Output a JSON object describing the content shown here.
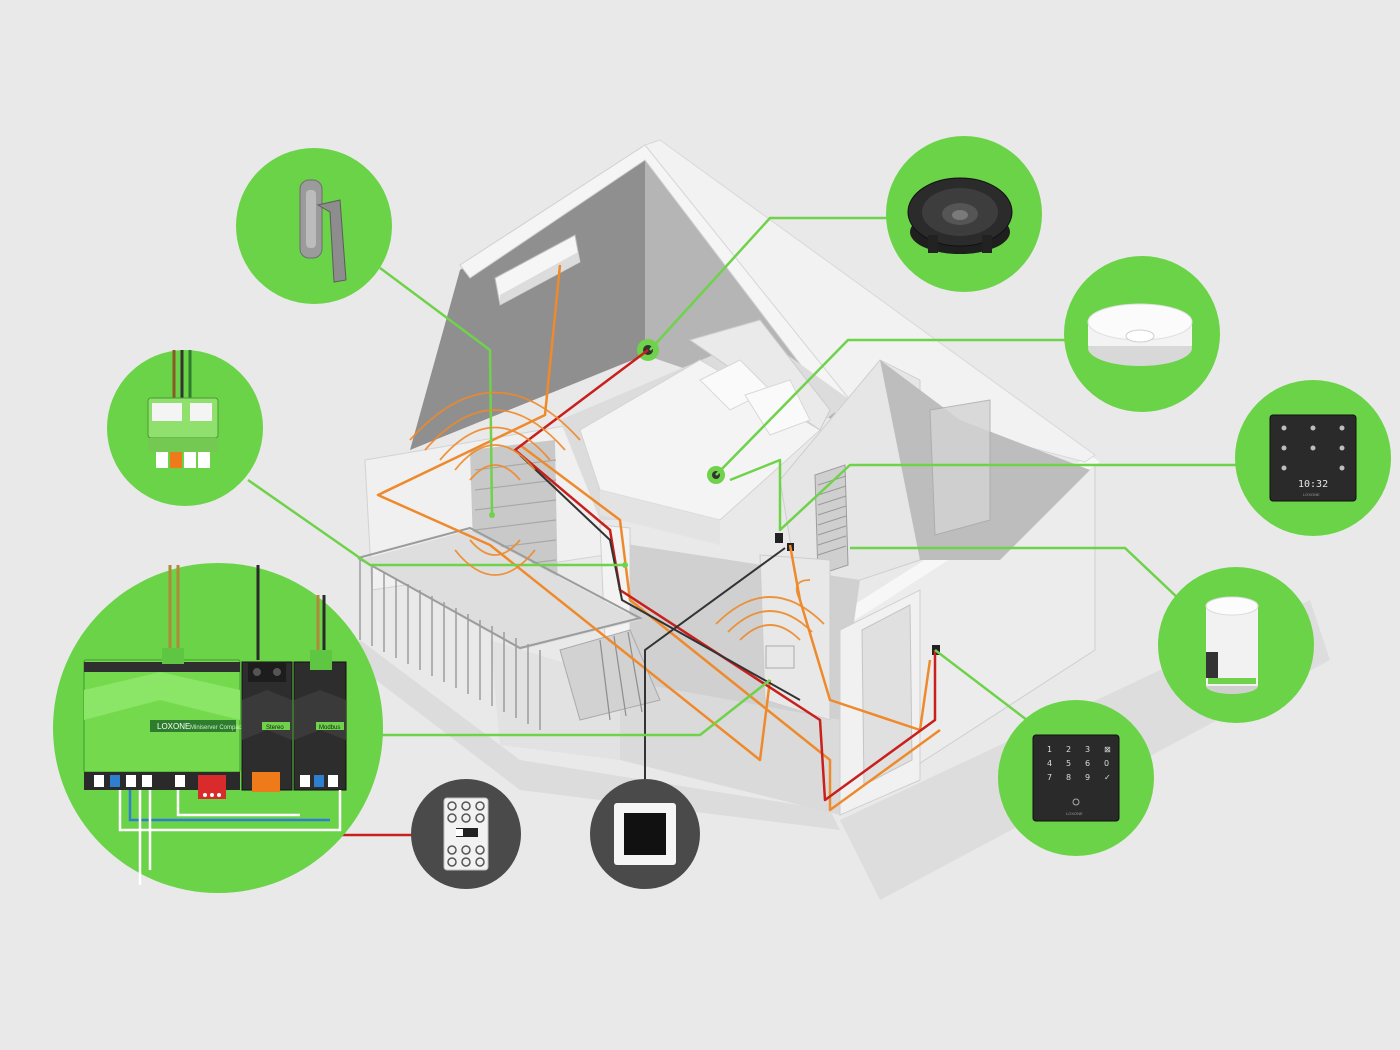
{
  "colors": {
    "background": "#e9e9e9",
    "accent_green": "#6fd24b",
    "circle_green": "#6ad347",
    "dark_circle": "#4a4a4a",
    "wire_orange": "#ee8a2c",
    "wire_red": "#c8201c",
    "wire_dark": "#333333",
    "wire_green": "#6fd24b",
    "wall": "#f3f3f3",
    "floor": "#d6d6d6"
  },
  "miniserver": {
    "brand": "LOXONE",
    "model": "Miniserver Compact",
    "ext1": "Stereo",
    "ext2": "Modbus"
  },
  "keypad": {
    "keys": [
      "1",
      "2",
      "3",
      "⊠",
      "4",
      "5",
      "6",
      "0",
      "7",
      "8",
      "9",
      "✓"
    ],
    "brand": "LOXONE"
  },
  "touch_panel": {
    "time": "10:32",
    "brand": "LOXONE"
  },
  "nodes": [
    {
      "id": "window-handle",
      "icon": "window-handle-icon"
    },
    {
      "id": "relay-module",
      "icon": "relay-module-icon"
    },
    {
      "id": "miniserver",
      "icon": "miniserver-icon"
    },
    {
      "id": "circuit-breaker",
      "icon": "circuit-breaker-icon"
    },
    {
      "id": "wall-switch",
      "icon": "wall-switch-icon"
    },
    {
      "id": "speaker",
      "icon": "speaker-icon"
    },
    {
      "id": "presence-sensor",
      "icon": "presence-sensor-icon"
    },
    {
      "id": "touch-panel",
      "icon": "touch-panel-icon"
    },
    {
      "id": "wireless-extension",
      "icon": "wireless-extension-icon"
    },
    {
      "id": "access-keypad",
      "icon": "access-keypad-icon"
    }
  ]
}
